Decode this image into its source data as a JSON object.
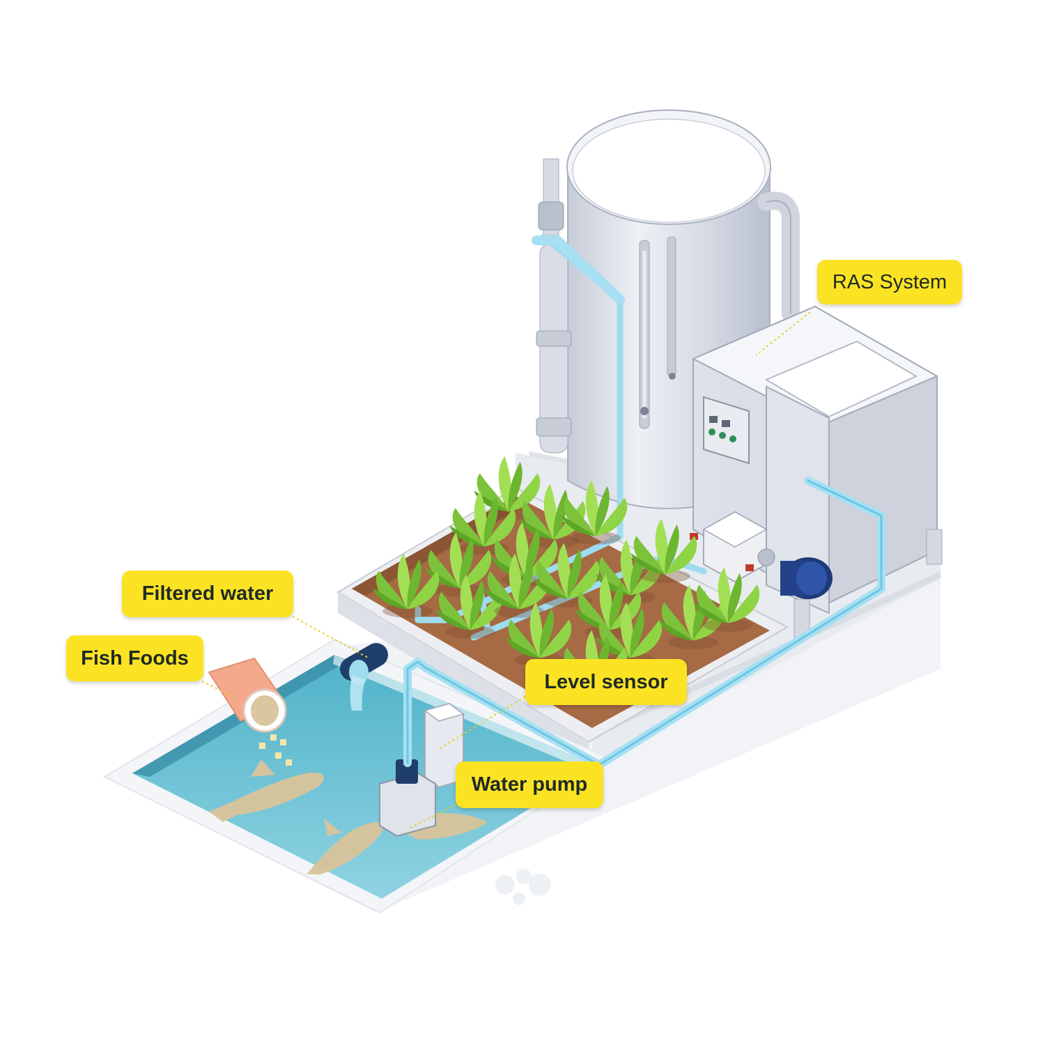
{
  "labels": {
    "ras_system": "RAS System",
    "filtered_water": "Filtered water",
    "fish_foods": "Fish Foods",
    "level_sensor": "Level sensor",
    "water_pump": "Water pump"
  },
  "colors": {
    "callout": "#fbe324",
    "callout_text": "#1f2a24",
    "water": "#6cc3d6",
    "pipe": "#8dd3ea",
    "soil": "#a86b45",
    "leaf": "#8ccf3e",
    "tank": "#d7dce6",
    "fish": "#d8c59c",
    "feed_bucket": "#f6a98a"
  },
  "icons": [
    "fish-tank",
    "fish-icon",
    "plant-icon",
    "cylindrical-tank",
    "control-box",
    "pump-icon",
    "level-sensor-icon",
    "feed-bucket-icon"
  ]
}
